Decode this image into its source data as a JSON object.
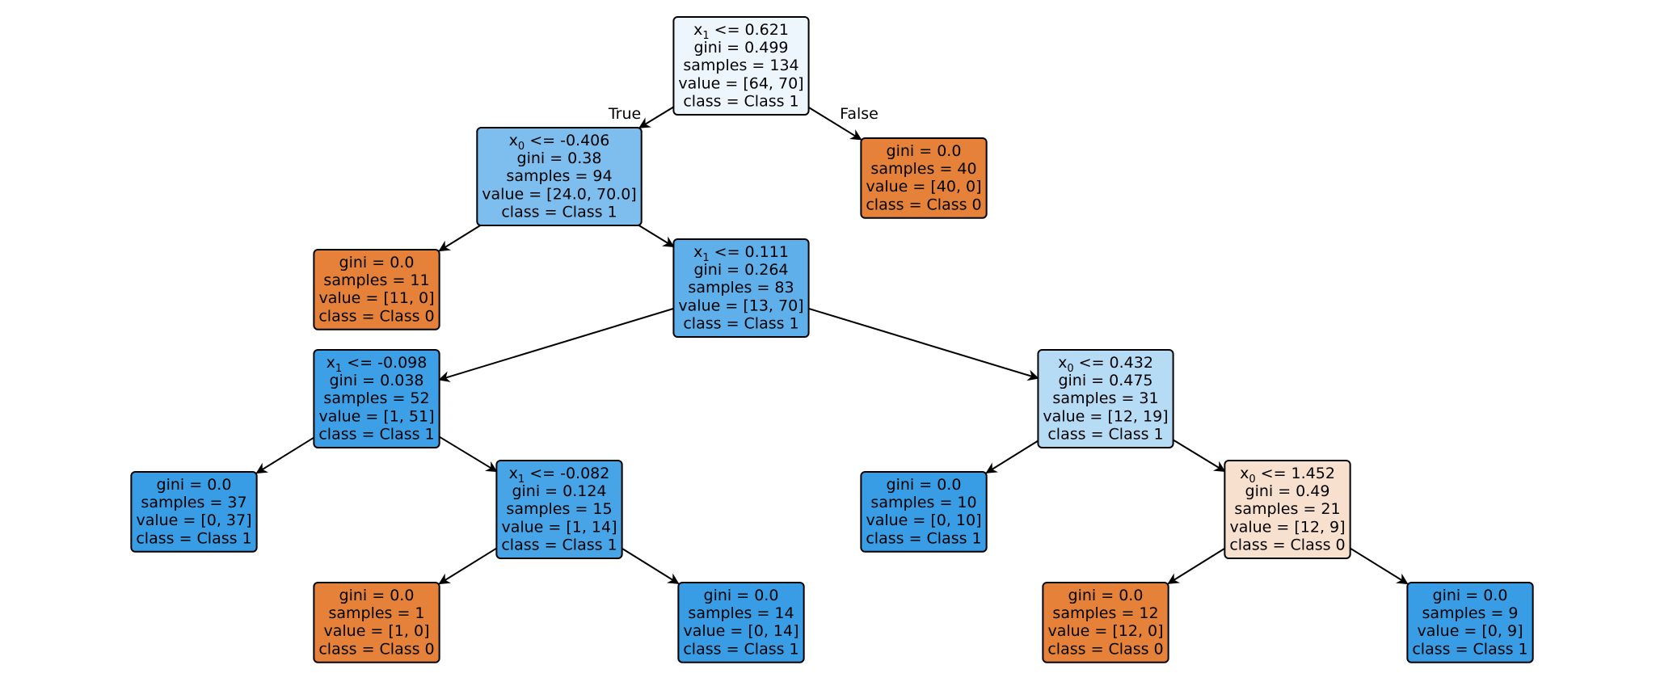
{
  "edge_labels": {
    "true": "True",
    "false": "False"
  },
  "nodes": [
    {
      "id": 0,
      "lines": [
        {
          "feat": "1",
          "op": " <= 0.621"
        },
        "gini = 0.499",
        "samples = 134",
        "value = [64, 70]",
        "class = Class 1"
      ],
      "fill": "#eef6fd",
      "children": [
        1,
        2
      ]
    },
    {
      "id": 1,
      "lines": [
        {
          "feat": "0",
          "op": " <= -0.406"
        },
        "gini = 0.38",
        "samples = 94",
        "value = [24.0, 70.0]",
        "class = Class 1"
      ],
      "fill": "#7dbeee",
      "children": [
        3,
        4
      ]
    },
    {
      "id": 2,
      "lines": [
        "gini = 0.0",
        "samples = 40",
        "value = [40, 0]",
        "class = Class 0"
      ],
      "fill": "#e58139",
      "children": []
    },
    {
      "id": 3,
      "lines": [
        "gini = 0.0",
        "samples = 11",
        "value = [11, 0]",
        "class = Class 0"
      ],
      "fill": "#e58139",
      "children": []
    },
    {
      "id": 4,
      "lines": [
        {
          "feat": "1",
          "op": " <= 0.111"
        },
        "gini = 0.264",
        "samples = 83",
        "value = [13, 70]",
        "class = Class 1"
      ],
      "fill": "#5eafea",
      "children": [
        5,
        6
      ]
    },
    {
      "id": 5,
      "lines": [
        {
          "feat": "1",
          "op": " <= -0.098"
        },
        "gini = 0.038",
        "samples = 52",
        "value = [1, 51]",
        "class = Class 1"
      ],
      "fill": "#3d9fe6",
      "children": [
        7,
        8
      ]
    },
    {
      "id": 6,
      "lines": [
        {
          "feat": "0",
          "op": " <= 0.432"
        },
        "gini = 0.475",
        "samples = 31",
        "value = [12, 19]",
        "class = Class 1"
      ],
      "fill": "#b6dbf5",
      "children": [
        9,
        10
      ]
    },
    {
      "id": 7,
      "lines": [
        "gini = 0.0",
        "samples = 37",
        "value = [0, 37]",
        "class = Class 1"
      ],
      "fill": "#399de5",
      "children": []
    },
    {
      "id": 8,
      "lines": [
        {
          "feat": "1",
          "op": " <= -0.082"
        },
        "gini = 0.124",
        "samples = 15",
        "value = [1, 14]",
        "class = Class 1"
      ],
      "fill": "#47a4e7",
      "children": [
        11,
        12
      ]
    },
    {
      "id": 9,
      "lines": [
        "gini = 0.0",
        "samples = 10",
        "value = [0, 10]",
        "class = Class 1"
      ],
      "fill": "#399de5",
      "children": []
    },
    {
      "id": 10,
      "lines": [
        {
          "feat": "0",
          "op": " <= 1.452"
        },
        "gini = 0.49",
        "samples = 21",
        "value = [12, 9]",
        "class = Class 0"
      ],
      "fill": "#f8e0ce",
      "children": [
        13,
        14
      ]
    },
    {
      "id": 11,
      "lines": [
        "gini = 0.0",
        "samples = 1",
        "value = [1, 0]",
        "class = Class 0"
      ],
      "fill": "#e58139",
      "children": []
    },
    {
      "id": 12,
      "lines": [
        "gini = 0.0",
        "samples = 14",
        "value = [0, 14]",
        "class = Class 1"
      ],
      "fill": "#399de5",
      "children": []
    },
    {
      "id": 13,
      "lines": [
        "gini = 0.0",
        "samples = 12",
        "value = [12, 0]",
        "class = Class 0"
      ],
      "fill": "#e58139",
      "children": []
    },
    {
      "id": 14,
      "lines": [
        "gini = 0.0",
        "samples = 9",
        "value = [0, 9]",
        "class = Class 1"
      ],
      "fill": "#399de5",
      "children": []
    }
  ]
}
